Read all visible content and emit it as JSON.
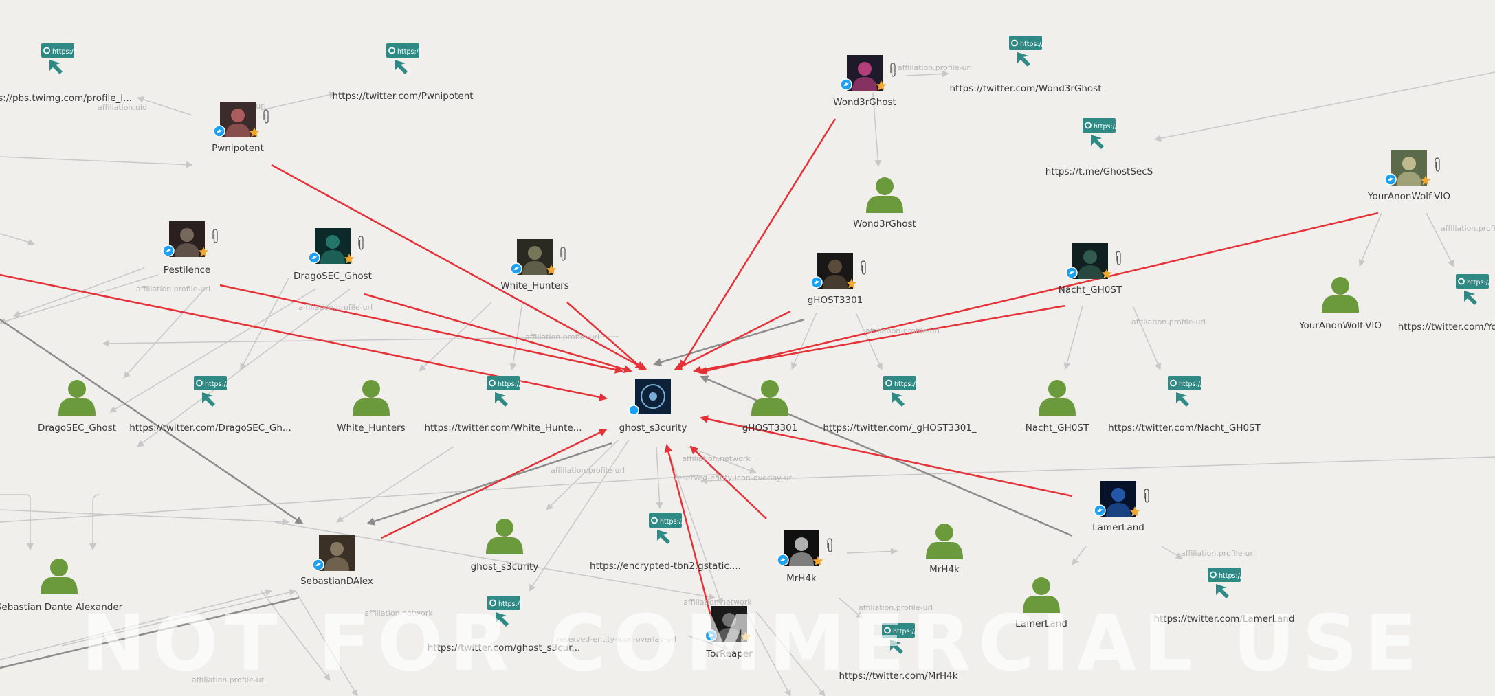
{
  "watermark": "NOT FOR COMMERCIAL USE",
  "colors": {
    "background": "#f1efec",
    "highlight_edge": "#e53238",
    "strong_edge": "#8c8c8c",
    "light_edge": "#c8c8c8",
    "person_icon": "#6b9a3c",
    "url_icon": "#2f8a86",
    "twitter_badge": "#1da1f2",
    "star_badge": "#f0a830"
  },
  "url_icon_text": "https://",
  "entities": {
    "center": "ghost_s3curity",
    "twitter_profiles": [
      "Pwnipotent",
      "Wond3rGhost",
      "YourAnonWolf-VIO",
      "Pestilence",
      "DragoSEC_Ghost",
      "White_Hunters",
      "gHOST3301",
      "Nacht_GH0ST",
      "SebastianDAlex",
      "MrH4k",
      "LamerLand",
      "TorReaper"
    ],
    "persons": [
      "Wond3rGhost",
      "YourAnonWolf-VIO",
      "DragoSEC_Ghost",
      "White_Hunters",
      "gHOST3301",
      "Nacht_GH0ST",
      "ghost_s3curity",
      "MrH4k",
      "Sebastian Dante Alexander",
      "LamerLand"
    ],
    "urls": [
      "ttps://pbs.twimg.com/profile_i...",
      "https://twitter.com/Pwnipotent",
      "https://twitter.com/Wond3rGhost",
      "https://t.me/GhostSecS",
      "https://twitter.com/You",
      "https://twitter.com/DragoSEC_Gh...",
      "https://twitter.com/White_Hunte...",
      "https://twitter.com/_gHOST3301_",
      "https://twitter.com/Nacht_GH0ST",
      "https://encrypted-tbn2.gstatic....",
      "https://twitter.com/LamerLand",
      "https://twitter.com/ghost_s3cur...",
      "https://twitter.com/MrH4k"
    ]
  },
  "edge_labels": [
    "affiliation.uid",
    "n.profile-url",
    "affiliation.profile-url",
    "affiliation.profile-url",
    "affiliation.profile-url",
    "affiliation.profile-url",
    "affiliation.profile-url",
    "affiliation.profile-url",
    "affiliation.profile-url",
    "affiliation.network",
    "reserved-entity-icon-overlay-url",
    "affiliation.profile-url",
    "affiliation.network",
    "affiliation.network",
    "reserved-entity-icon-overlay-url",
    "affiliation.profile-url",
    "affiliation.profile-url",
    "affiliation.profile-url"
  ]
}
